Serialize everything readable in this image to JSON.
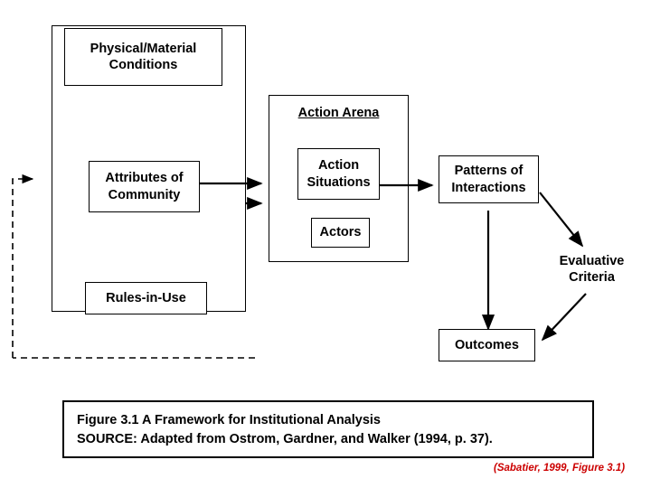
{
  "figure": {
    "nodes": {
      "physical_material": "Physical/Material\nConditions",
      "attributes_community": "Attributes of\nCommunity",
      "rules_in_use": "Rules-in-Use",
      "action_situations": "Action\nSituations",
      "actors": "Actors",
      "patterns_interactions": "Patterns of\nInteractions",
      "evaluative_criteria": "Evaluative\nCriteria",
      "outcomes": "Outcomes"
    },
    "labels": {
      "action_arena": "Action Arena"
    },
    "caption": {
      "line1": "Figure 3.1  A Framework for Institutional Analysis",
      "line2": "SOURCE: Adapted from Ostrom, Gardner, and Walker (1994, p. 37)."
    },
    "source_note": "(Sabatier, 1999, Figure 3.1)",
    "colors": {
      "stroke": "#000000",
      "background": "#ffffff",
      "source_note": "#cc0000"
    }
  }
}
